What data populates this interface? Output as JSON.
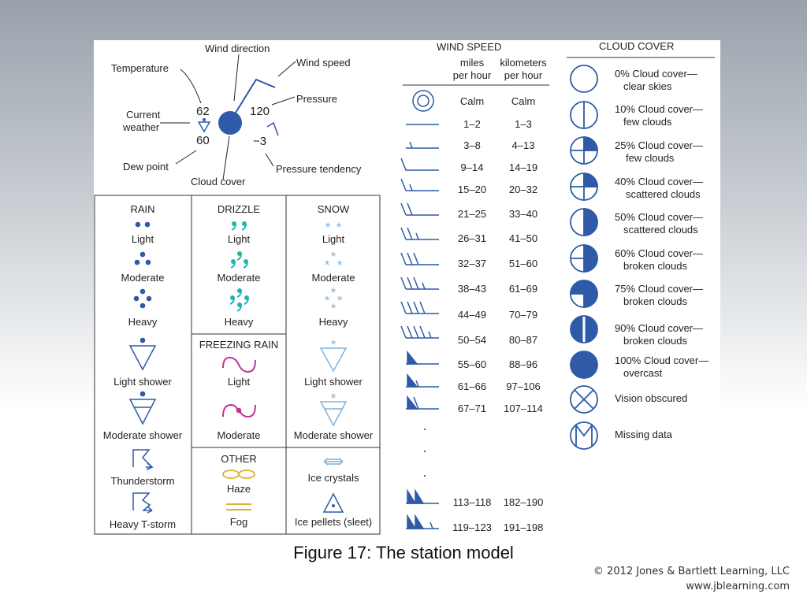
{
  "station_model": {
    "labels": {
      "temperature": "Temperature",
      "wind_direction": "Wind direction",
      "wind_speed": "Wind speed",
      "pressure": "Pressure",
      "current_weather": [
        "Current",
        "weather"
      ],
      "dew_point": "Dew point",
      "cloud_cover": "Cloud cover",
      "pressure_tendency": "Pressure tendency"
    },
    "values": {
      "temperature": "62",
      "dew_point": "60",
      "pressure": "120",
      "pressure_tendency": "−3"
    }
  },
  "weather": {
    "rain": {
      "header": "RAIN",
      "light": "Light",
      "moderate": "Moderate",
      "heavy": "Heavy",
      "light_shower": "Light shower",
      "moderate_shower": "Moderate shower",
      "thunderstorm": "Thunderstorm",
      "heavy_tstorm": "Heavy T-storm"
    },
    "drizzle": {
      "header": "DRIZZLE",
      "light": "Light",
      "moderate": "Moderate",
      "heavy": "Heavy"
    },
    "freezing_rain": {
      "header": "FREEZING RAIN",
      "light": "Light",
      "moderate": "Moderate"
    },
    "other": {
      "header": "OTHER",
      "haze": "Haze",
      "fog": "Fog"
    },
    "snow": {
      "header": "SNOW",
      "light": "Light",
      "moderate": "Moderate",
      "heavy": "Heavy",
      "light_shower": "Light shower",
      "moderate_shower": "Moderate shower",
      "ice_crystals": "Ice crystals",
      "ice_pellets": "Ice pellets (sleet)"
    }
  },
  "wind_speed": {
    "header": "WIND SPEED",
    "col_mph": [
      "miles",
      "per hour"
    ],
    "col_kmh": [
      "kilometers",
      "per hour"
    ],
    "rows": [
      {
        "mph": "Calm",
        "kmh": "Calm"
      },
      {
        "mph": "1–2",
        "kmh": "1–3"
      },
      {
        "mph": "3–8",
        "kmh": "4–13"
      },
      {
        "mph": "9–14",
        "kmh": "14–19"
      },
      {
        "mph": "15–20",
        "kmh": "20–32"
      },
      {
        "mph": "21–25",
        "kmh": "33–40"
      },
      {
        "mph": "26–31",
        "kmh": "41–50"
      },
      {
        "mph": "32–37",
        "kmh": "51–60"
      },
      {
        "mph": "38–43",
        "kmh": "61–69"
      },
      {
        "mph": "44–49",
        "kmh": "70–79"
      },
      {
        "mph": "50–54",
        "kmh": "80–87"
      },
      {
        "mph": "55–60",
        "kmh": "88–96"
      },
      {
        "mph": "61–66",
        "kmh": "97–106"
      },
      {
        "mph": "67–71",
        "kmh": "107–114"
      },
      {
        "mph": "113–118",
        "kmh": "182–190"
      },
      {
        "mph": "119–123",
        "kmh": "191–198"
      }
    ]
  },
  "cloud_cover": {
    "header": "CLOUD COVER",
    "items": [
      {
        "lines": [
          "0% Cloud cover—",
          "clear skies"
        ]
      },
      {
        "lines": [
          "10% Cloud cover—",
          "few clouds"
        ]
      },
      {
        "lines": [
          "25% Cloud cover—",
          "few clouds"
        ]
      },
      {
        "lines": [
          "40% Cloud cover—",
          "scattered clouds"
        ]
      },
      {
        "lines": [
          "50% Cloud cover—",
          "scattered clouds"
        ]
      },
      {
        "lines": [
          "60% Cloud cover—",
          "broken clouds"
        ]
      },
      {
        "lines": [
          "75% Cloud cover—",
          "broken clouds"
        ]
      },
      {
        "lines": [
          "90% Cloud cover—",
          "broken clouds"
        ]
      },
      {
        "lines": [
          "100% Cloud cover—",
          "overcast"
        ]
      },
      {
        "lines": [
          "Vision obscured"
        ]
      },
      {
        "lines": [
          "Missing data"
        ]
      }
    ]
  },
  "caption": "Figure 17: The station model",
  "copyright": [
    "© 2012 Jones & Bartlett Learning, LLC",
    "www.jblearning.com"
  ],
  "colors": {
    "symbol_blue": "#2e5aa8",
    "light_blue": "#7fb3e0",
    "drizzle_teal": "#1fb5b0",
    "freezing_magenta": "#c0339a",
    "haze_gold": "#e0b030"
  }
}
